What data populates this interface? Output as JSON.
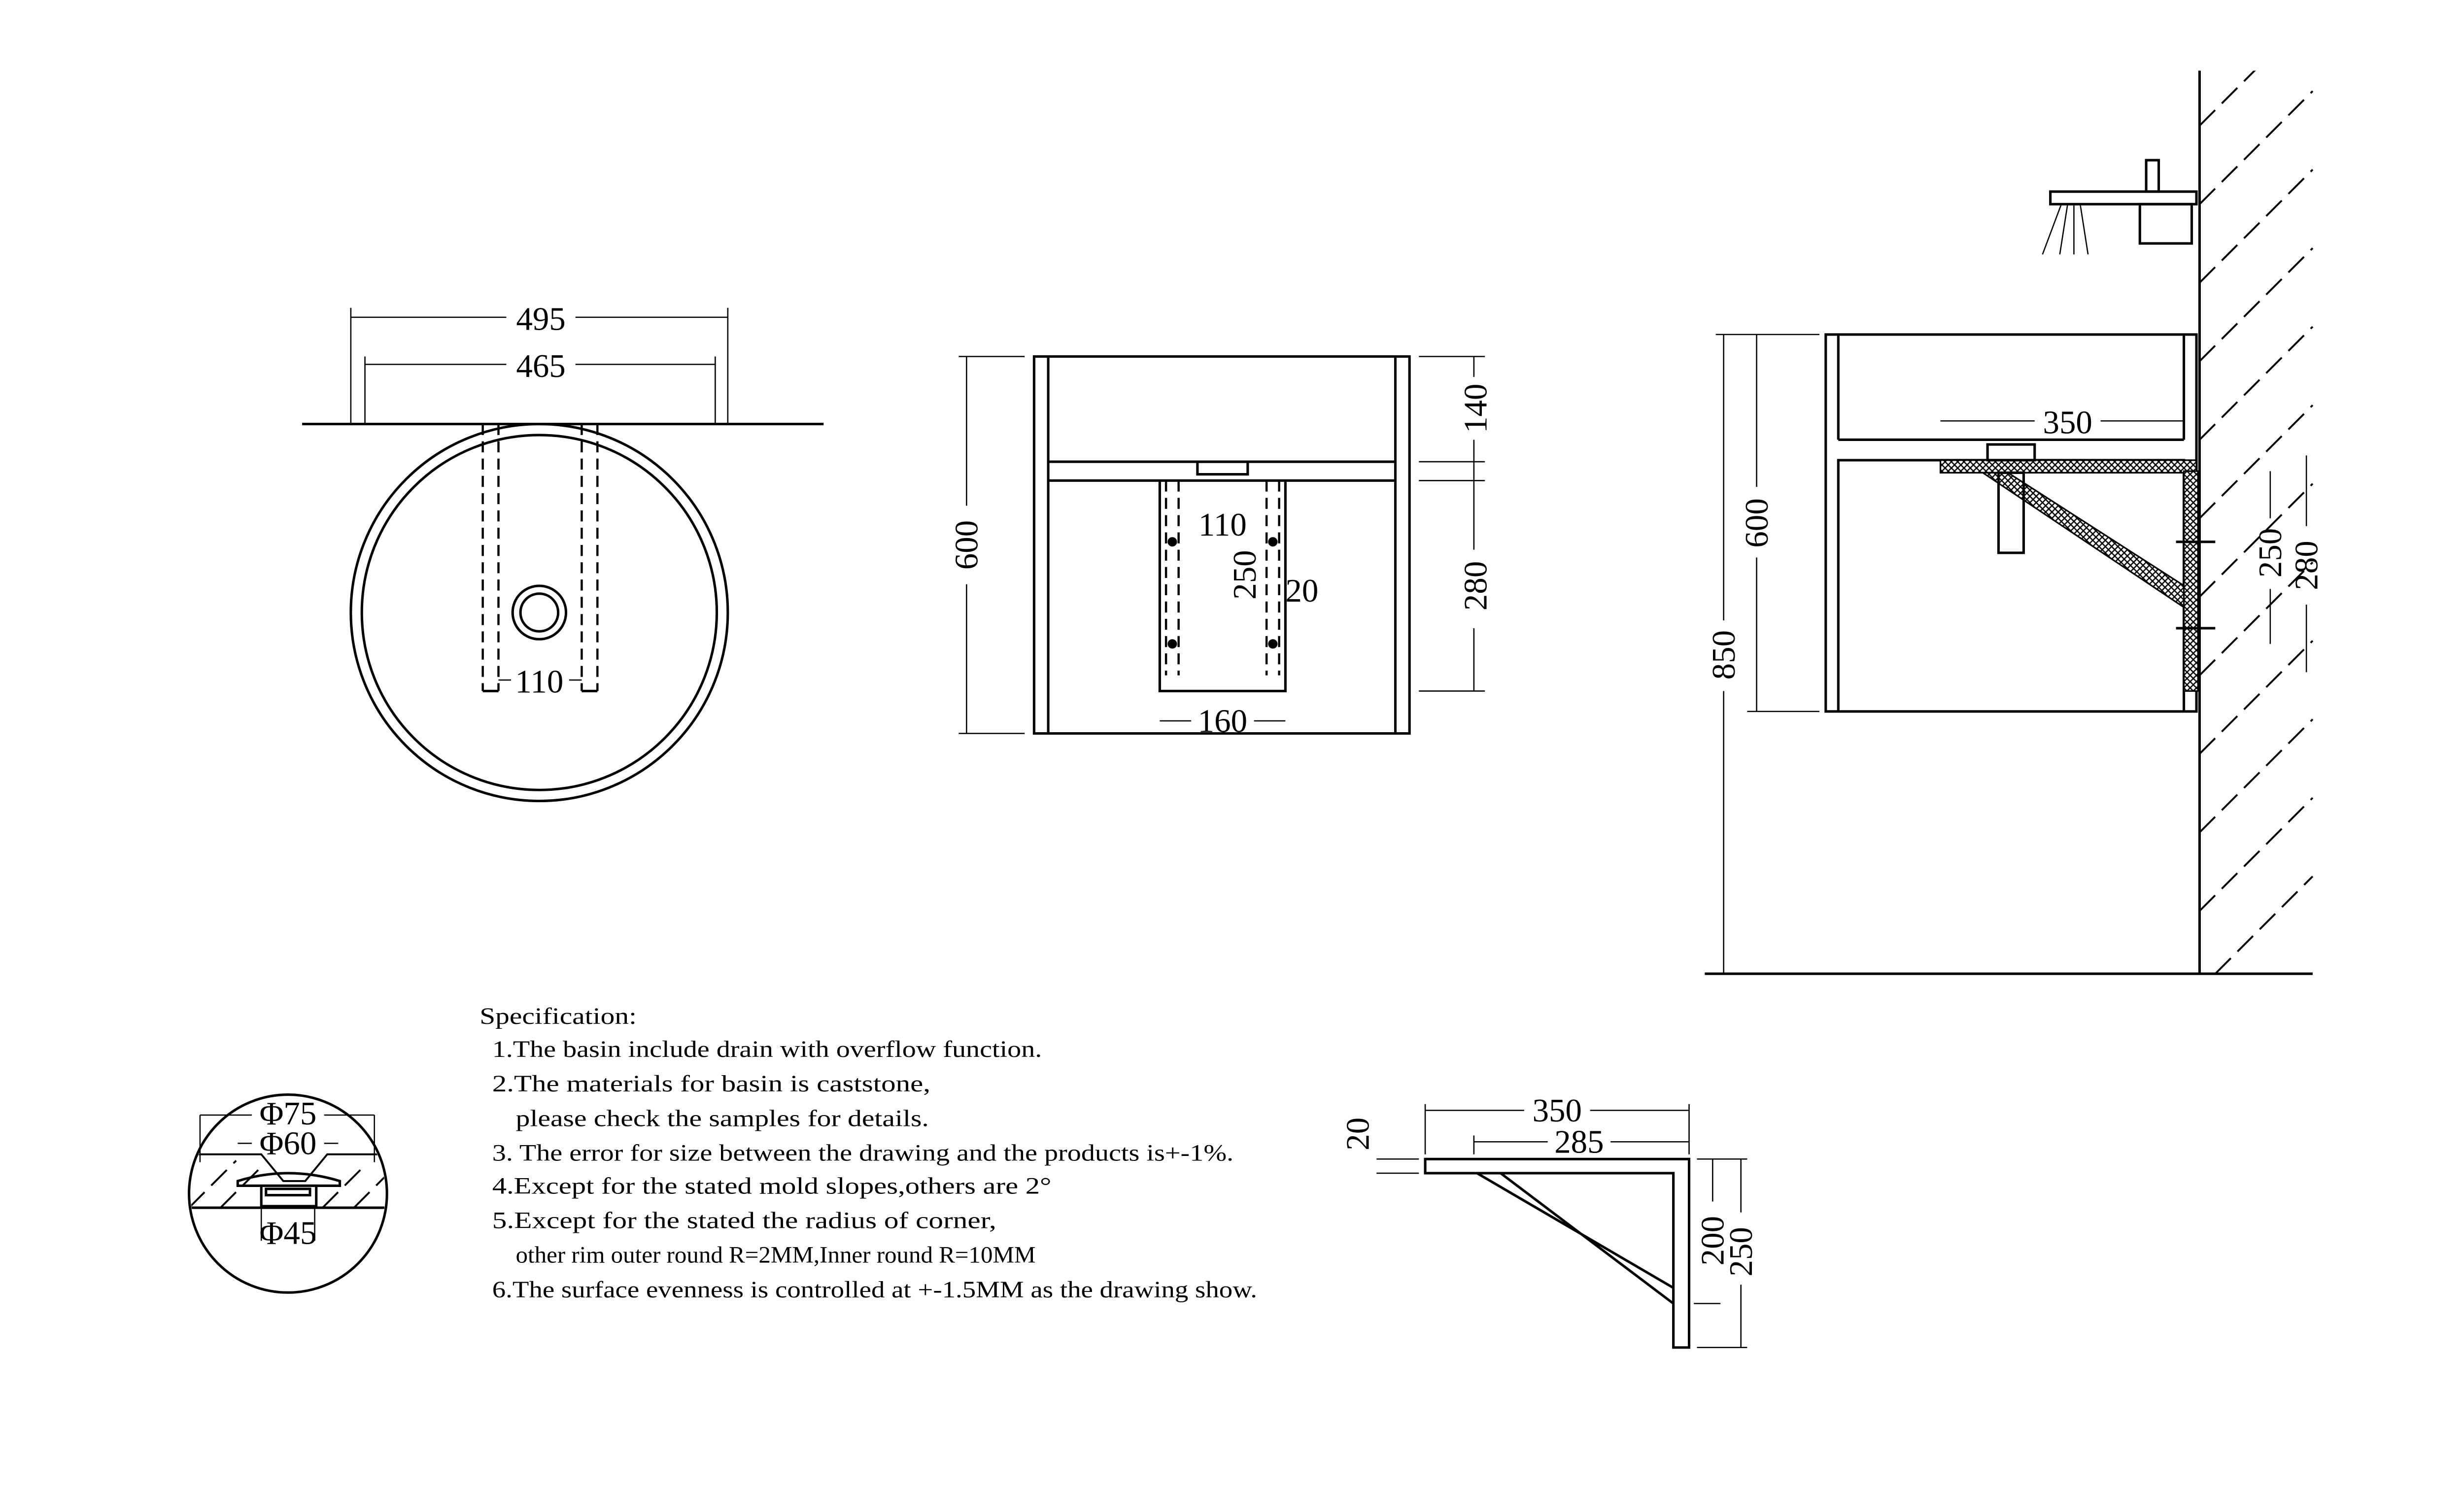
{
  "top_view": {
    "outer_width": "495",
    "inner_width": "465",
    "bracket_spacing": "110"
  },
  "front_view": {
    "height": "600",
    "top_part": "140",
    "lower_part": "280",
    "bracket_width": "110",
    "bracket_height": "250",
    "bracket_thickness": "20",
    "drain_width": "160"
  },
  "side_view": {
    "depth": "350",
    "height": "600",
    "mount_height": "850",
    "bracket_a": "250",
    "bracket_b": "280"
  },
  "drain_detail": {
    "d1": "Φ75",
    "d2": "Φ60",
    "d3": "Φ45"
  },
  "bracket_detail": {
    "length": "350",
    "inner_length": "285",
    "thickness": "20",
    "height_a": "200",
    "height_b": "250"
  },
  "specification": {
    "title": "Specification:",
    "lines": [
      "1.The basin include drain with overflow function.",
      "2.The materials for basin is caststone,",
      "please check the samples for details.",
      "3.  The error for size between the drawing and the products is+-1%.",
      "4.Except for the stated mold slopes,others are 2°",
      "5.Except for the stated the radius of corner,",
      "other rim outer round R=2MM,Inner round R=10MM",
      "6.The surface evenness is controlled at +-1.5MM as the drawing show."
    ]
  }
}
